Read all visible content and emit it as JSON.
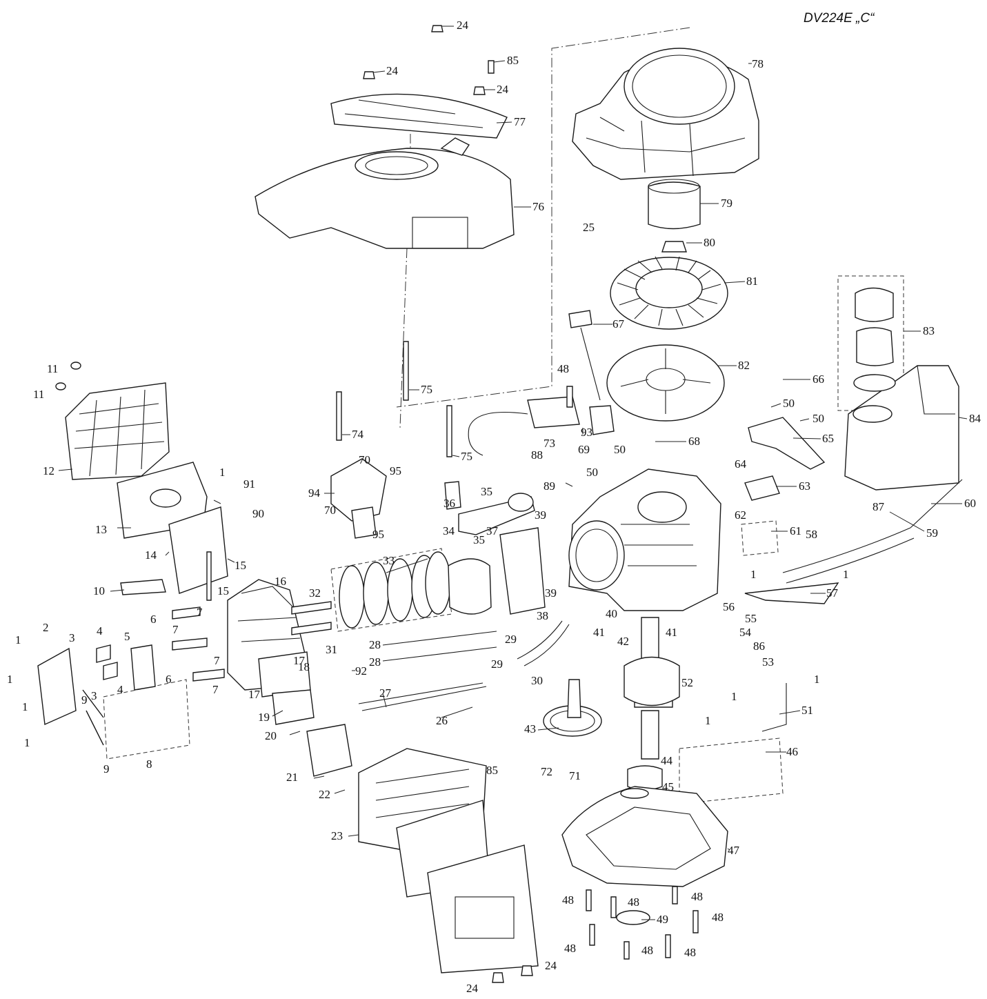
{
  "title": "DV224E „C“",
  "labels": {
    "l1": "1",
    "l2": "2",
    "l3": "3",
    "l4": "4",
    "l5": "5",
    "l6": "6",
    "l7": "7",
    "l8": "8",
    "l9": "9",
    "l10": "10",
    "l11": "11",
    "l12": "12",
    "l13": "13",
    "l14": "14",
    "l15": "15",
    "l16": "16",
    "l17": "17",
    "l18": "18",
    "l19": "19",
    "l20": "20",
    "l21": "21",
    "l22": "22",
    "l23": "23",
    "l24": "24",
    "l25": "25",
    "l26": "26",
    "l27": "27",
    "l28": "28",
    "l29": "29",
    "l30": "30",
    "l31": "31",
    "l32": "32",
    "l33": "33",
    "l34": "34",
    "l35": "35",
    "l36": "36",
    "l37": "37",
    "l38": "38",
    "l39": "39",
    "l40": "40",
    "l41": "41",
    "l42": "42",
    "l43": "43",
    "l44": "44",
    "l45": "45",
    "l46": "46",
    "l47": "47",
    "l48": "48",
    "l49": "49",
    "l50": "50",
    "l51": "51",
    "l52": "52",
    "l53": "53",
    "l54": "54",
    "l55": "55",
    "l56": "56",
    "l57": "57",
    "l58": "58",
    "l59": "59",
    "l60": "60",
    "l61": "61",
    "l62": "62",
    "l63": "63",
    "l64": "64",
    "l65": "65",
    "l66": "66",
    "l67": "67",
    "l68": "68",
    "l69": "69",
    "l70": "70",
    "l71": "71",
    "l72": "72",
    "l73": "73",
    "l74": "74",
    "l75": "75",
    "l76": "76",
    "l77": "77",
    "l78": "78",
    "l79": "79",
    "l80": "80",
    "l81": "81",
    "l82": "82",
    "l83": "83",
    "l84": "84",
    "l85": "85",
    "l86": "86",
    "l87": "87",
    "l88": "88",
    "l89": "89",
    "l90": "90",
    "l91": "91",
    "l92": "92",
    "l93": "93",
    "l94": "94",
    "l95": "95"
  }
}
